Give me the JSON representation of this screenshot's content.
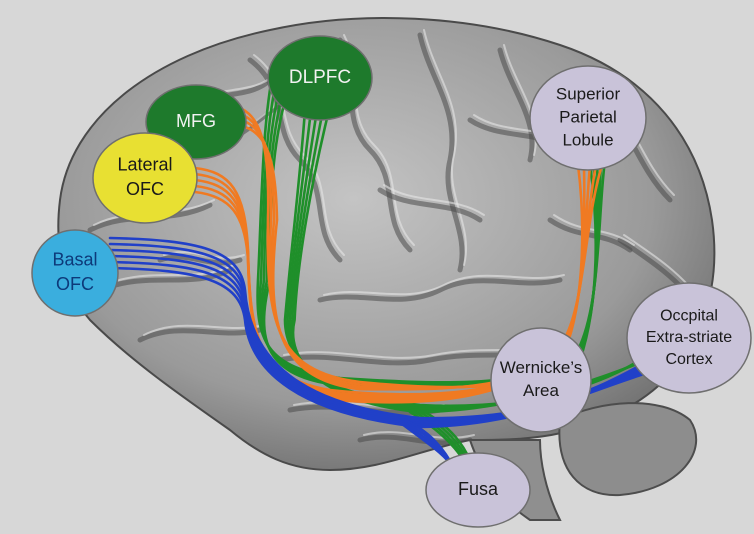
{
  "colors": {
    "frame": "#d7d7d7",
    "brain_base": "#a3a3a3",
    "sulcus": "#4a4a4a",
    "gyrus_highlight": "#e6e6e6",
    "tract_green": "#1f8f2a",
    "tract_orange": "#f07a22",
    "tract_blue": "#2140c8",
    "node_dark_green": "#1e7a2c",
    "node_yellow": "#e8e032",
    "node_cyan": "#3aaede",
    "node_lavender": "#c9c3d9",
    "label_dark": "#1a1a1a",
    "label_light": "#f2f2f2",
    "label_blue": "#0d3a7a"
  },
  "nodes": [
    {
      "id": "dlpfc",
      "lines": [
        "DLPFC"
      ],
      "fill": "node_dark_green",
      "text": "label_light"
    },
    {
      "id": "mfg",
      "lines": [
        "MFG"
      ],
      "fill": "node_dark_green",
      "text": "label_light"
    },
    {
      "id": "lateral-ofc",
      "lines": [
        "Lateral",
        "OFC"
      ],
      "fill": "node_yellow",
      "text": "label_dark"
    },
    {
      "id": "basal-ofc",
      "lines": [
        "Basal",
        "OFC"
      ],
      "fill": "node_cyan",
      "text": "label_blue"
    },
    {
      "id": "superior-parietal-lobule",
      "lines": [
        "Superior",
        "Parietal",
        "Lobule"
      ],
      "fill": "node_lavender",
      "text": "label_dark"
    },
    {
      "id": "occipital-extra-striate-cortex",
      "lines": [
        "Occpital",
        "Extra-striate",
        "Cortex"
      ],
      "fill": "node_lavender",
      "text": "label_dark"
    },
    {
      "id": "wernickes-area",
      "lines": [
        "Wernicke’s",
        "Area"
      ],
      "fill": "node_lavender",
      "text": "label_dark"
    },
    {
      "id": "fusa",
      "lines": [
        "Fusa"
      ],
      "fill": "node_lavender",
      "text": "label_dark"
    }
  ]
}
